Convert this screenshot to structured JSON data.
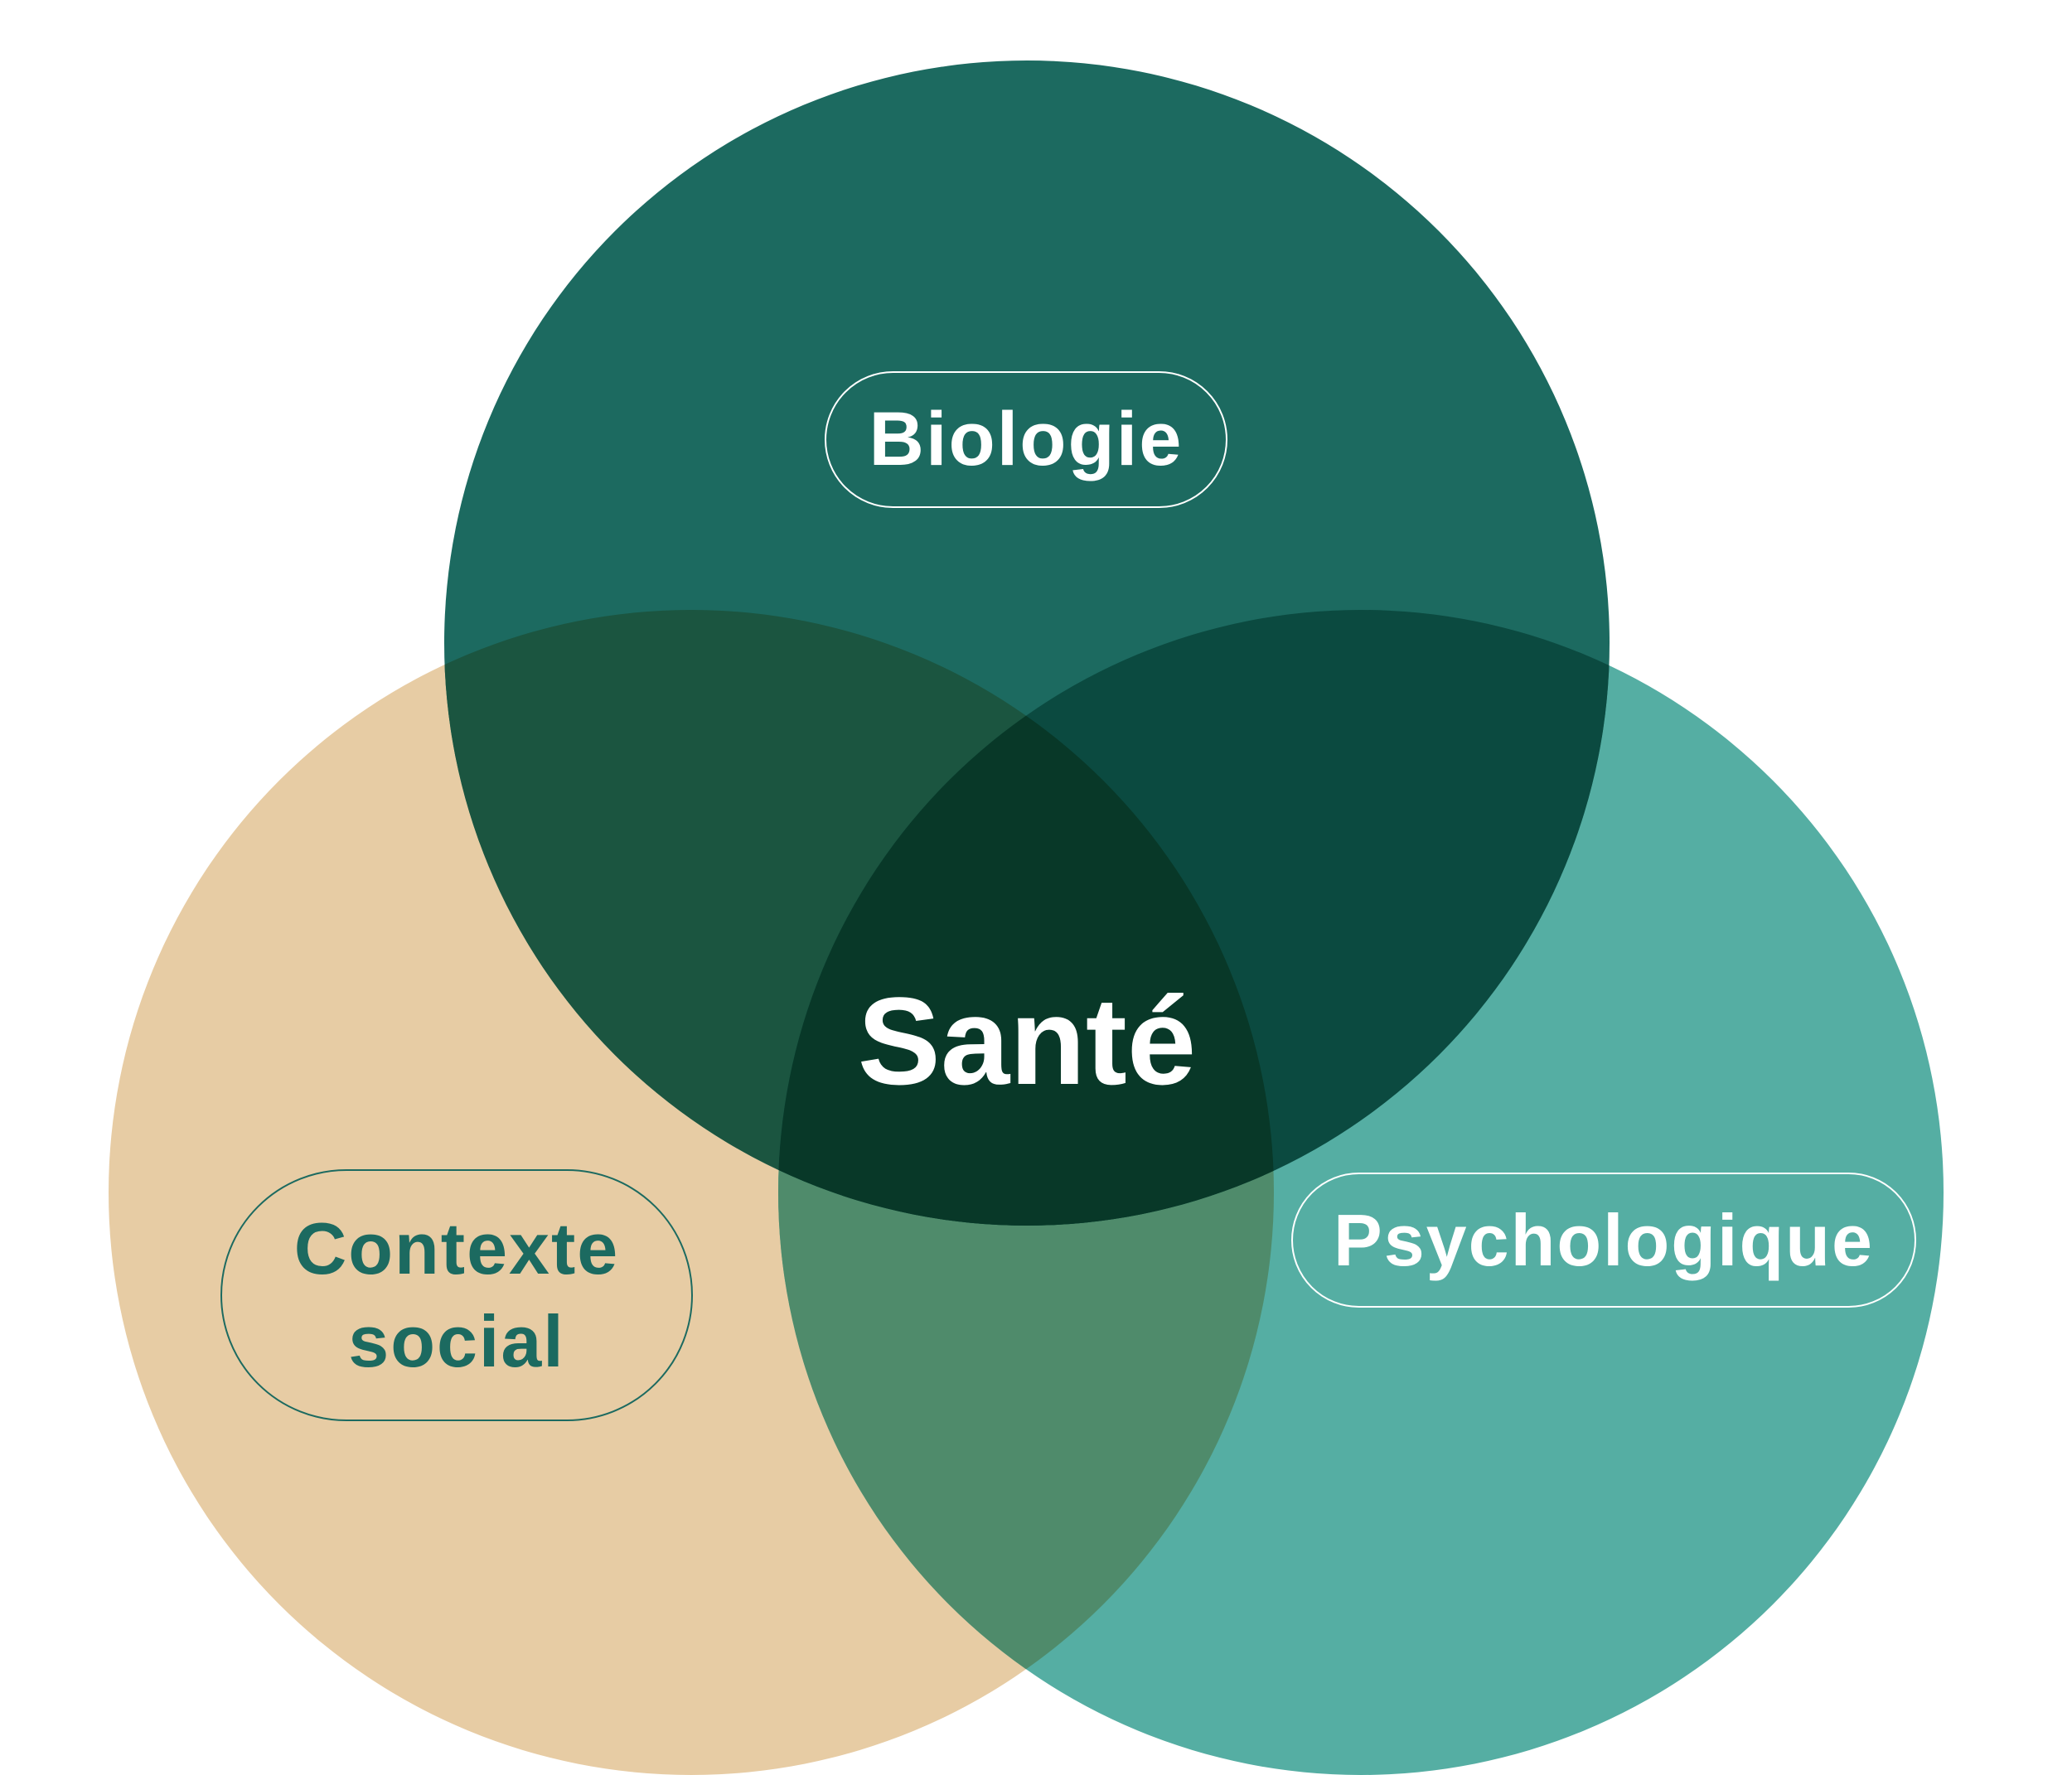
{
  "title": "Santé",
  "circles": [
    {
      "id": "biologie",
      "label": "Biologie",
      "color": "#1c6a60"
    },
    {
      "id": "contexte-social",
      "label_lines": [
        "Contexte",
        "social"
      ],
      "color": "#e7cca4"
    },
    {
      "id": "psychologique",
      "label": "Psychologique",
      "color": "#55aea3"
    }
  ],
  "overlap_colors": {
    "biologie_social": "#1b5540",
    "biologie_psychologique": "#0b4a40",
    "social_psychologique": "#4f8b6b",
    "all": "#083828"
  }
}
